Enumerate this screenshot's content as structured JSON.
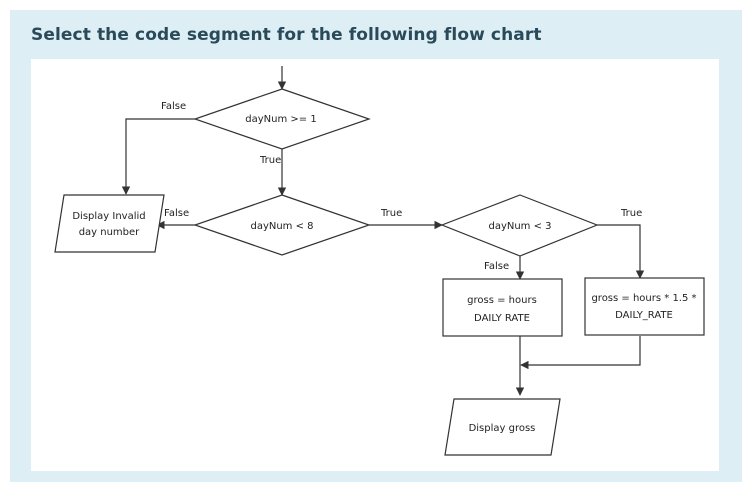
{
  "question": {
    "title": "Select the code segment for the following flow chart"
  },
  "flowchart": {
    "nodes": {
      "decision_daynum_ge_1": "dayNum >= 1",
      "decision_daynum_lt_8": "dayNum < 8",
      "decision_daynum_lt_3": "dayNum < 3",
      "output_invalid": [
        "Display Invalid",
        "day number"
      ],
      "process_gross_daily": [
        "gross = hours",
        "DAILY  RATE"
      ],
      "process_gross_overtime": [
        "gross = hours * 1.5 *",
        "DAILY_RATE"
      ],
      "output_gross": "Display gross"
    },
    "edges": {
      "d1_false": "False",
      "d1_true": "True",
      "d2_false": "False",
      "d2_true": "True",
      "d3_false": "False",
      "d3_true": "True"
    }
  }
}
